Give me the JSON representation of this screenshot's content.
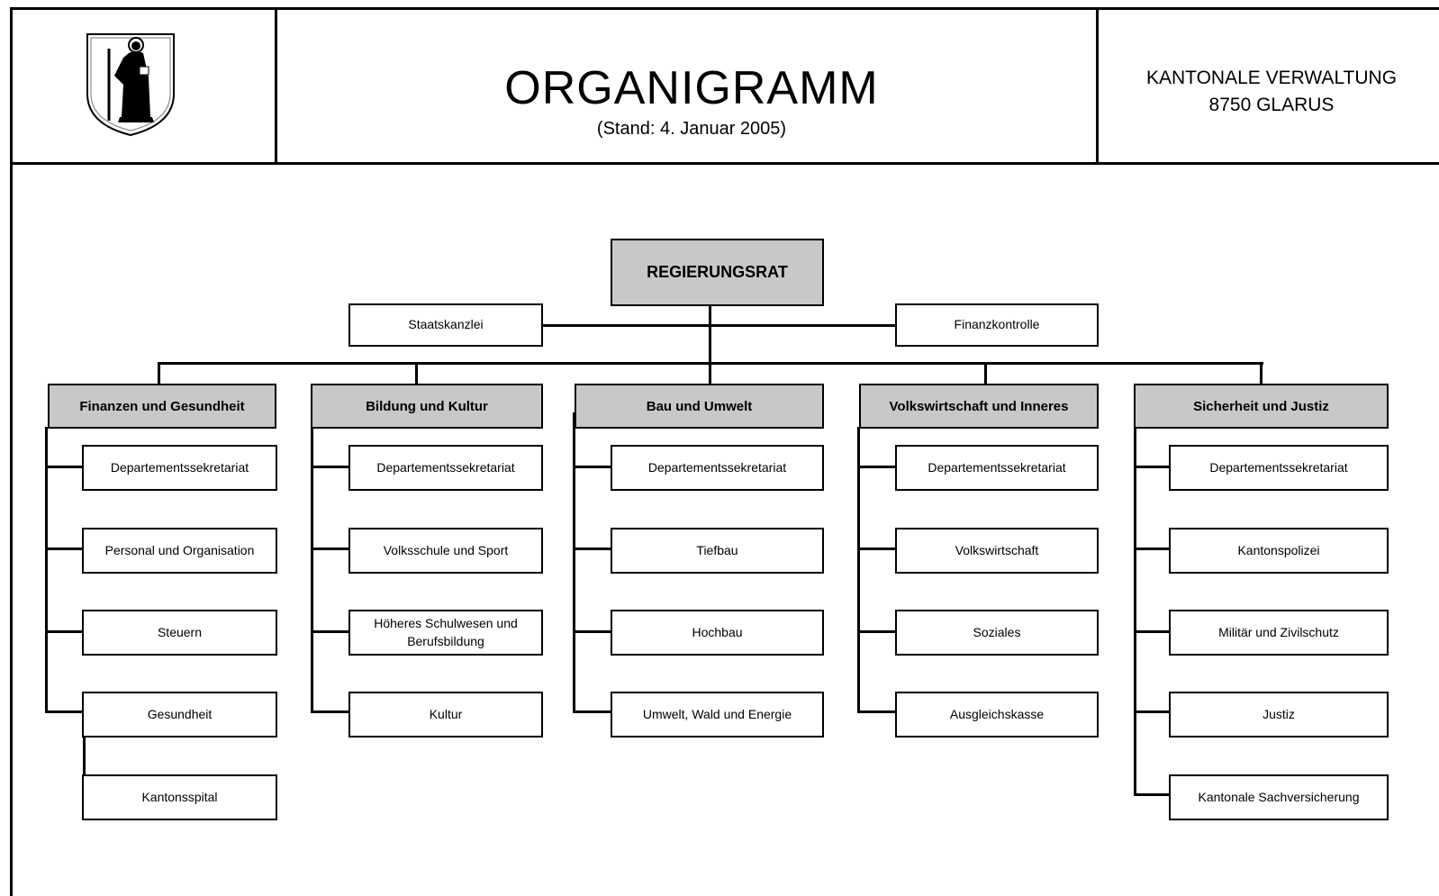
{
  "header": {
    "title": "ORGANIGRAMM",
    "subtitle": "(Stand: 4. Januar 2005)",
    "org_line1": "KANTONALE VERWALTUNG",
    "org_line2": "8750 GLARUS"
  },
  "crest": {
    "icon": "saint-fridolin-crest-icon"
  },
  "top": {
    "label": "REGIERUNGSRAT"
  },
  "staff": {
    "left": "Staatskanzlei",
    "right": "Finanzkontrolle"
  },
  "departments": [
    {
      "title": "Finanzen und Gesundheit",
      "units": [
        "Departementssekretariat",
        "Personal und Organisation",
        "Steuern",
        "Gesundheit"
      ],
      "sub_unit": "Kantonsspital"
    },
    {
      "title": "Bildung und Kultur",
      "units": [
        "Departementssekretariat",
        "Volksschule und Sport",
        "Höheres Schulwesen und Berufsbildung",
        "Kultur"
      ]
    },
    {
      "title": "Bau und Umwelt",
      "units": [
        "Departementssekretariat",
        "Tiefbau",
        "Hochbau",
        "Umwelt, Wald und Energie"
      ]
    },
    {
      "title": "Volkswirtschaft und Inneres",
      "units": [
        "Departementssekretariat",
        "Volkswirtschaft",
        "Soziales",
        "Ausgleichskasse"
      ]
    },
    {
      "title": "Sicherheit und Justiz",
      "units": [
        "Departementssekretariat",
        "Kantonspolizei",
        "Militär und Zivilschutz",
        "Justiz",
        "Kantonale Sachversicherung"
      ]
    }
  ]
}
